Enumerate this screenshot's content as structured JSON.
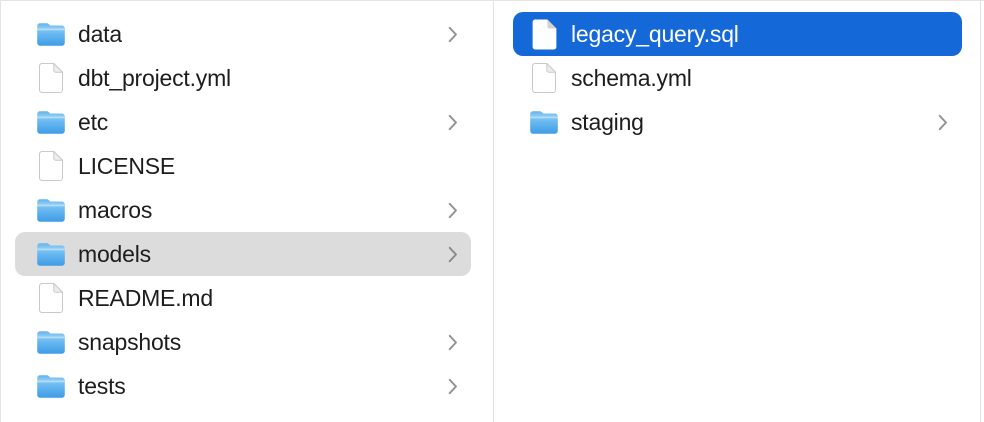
{
  "view": {
    "kind_label": "file browser column view",
    "background_color": "#ffffff",
    "divider_color": "#e2e2e2"
  },
  "colors": {
    "selection_blue": "#1568d8",
    "selection_gray": "#dcdcdc",
    "selected_text": "#ffffff",
    "text": "#1d1d1f",
    "chevron": "#929292",
    "folder_blue_top": "#8ccbf4",
    "folder_blue_bottom": "#3e9ce7"
  },
  "columns": [
    {
      "name": "column-1",
      "items": [
        {
          "label": "data",
          "type": "folder",
          "icon": "folder-icon",
          "chevron": true,
          "selected": false
        },
        {
          "label": "dbt_project.yml",
          "type": "file",
          "icon": "file-icon",
          "chevron": false,
          "selected": false
        },
        {
          "label": "etc",
          "type": "folder",
          "icon": "folder-icon",
          "chevron": true,
          "selected": false
        },
        {
          "label": "LICENSE",
          "type": "file",
          "icon": "file-icon",
          "chevron": false,
          "selected": false
        },
        {
          "label": "macros",
          "type": "folder",
          "icon": "folder-icon",
          "chevron": true,
          "selected": false
        },
        {
          "label": "models",
          "type": "folder",
          "icon": "folder-icon",
          "chevron": true,
          "selected": true,
          "selection_style": "inactive-gray"
        },
        {
          "label": "README.md",
          "type": "file",
          "icon": "file-icon",
          "chevron": false,
          "selected": false
        },
        {
          "label": "snapshots",
          "type": "folder",
          "icon": "folder-icon",
          "chevron": true,
          "selected": false
        },
        {
          "label": "tests",
          "type": "folder",
          "icon": "folder-icon",
          "chevron": true,
          "selected": false
        }
      ]
    },
    {
      "name": "column-2",
      "items": [
        {
          "label": "legacy_query.sql",
          "type": "file",
          "icon": "file-icon",
          "chevron": false,
          "selected": true,
          "selection_style": "active-blue"
        },
        {
          "label": "schema.yml",
          "type": "file",
          "icon": "file-icon",
          "chevron": false,
          "selected": false
        },
        {
          "label": "staging",
          "type": "folder",
          "icon": "folder-icon",
          "chevron": true,
          "selected": false
        }
      ]
    }
  ]
}
